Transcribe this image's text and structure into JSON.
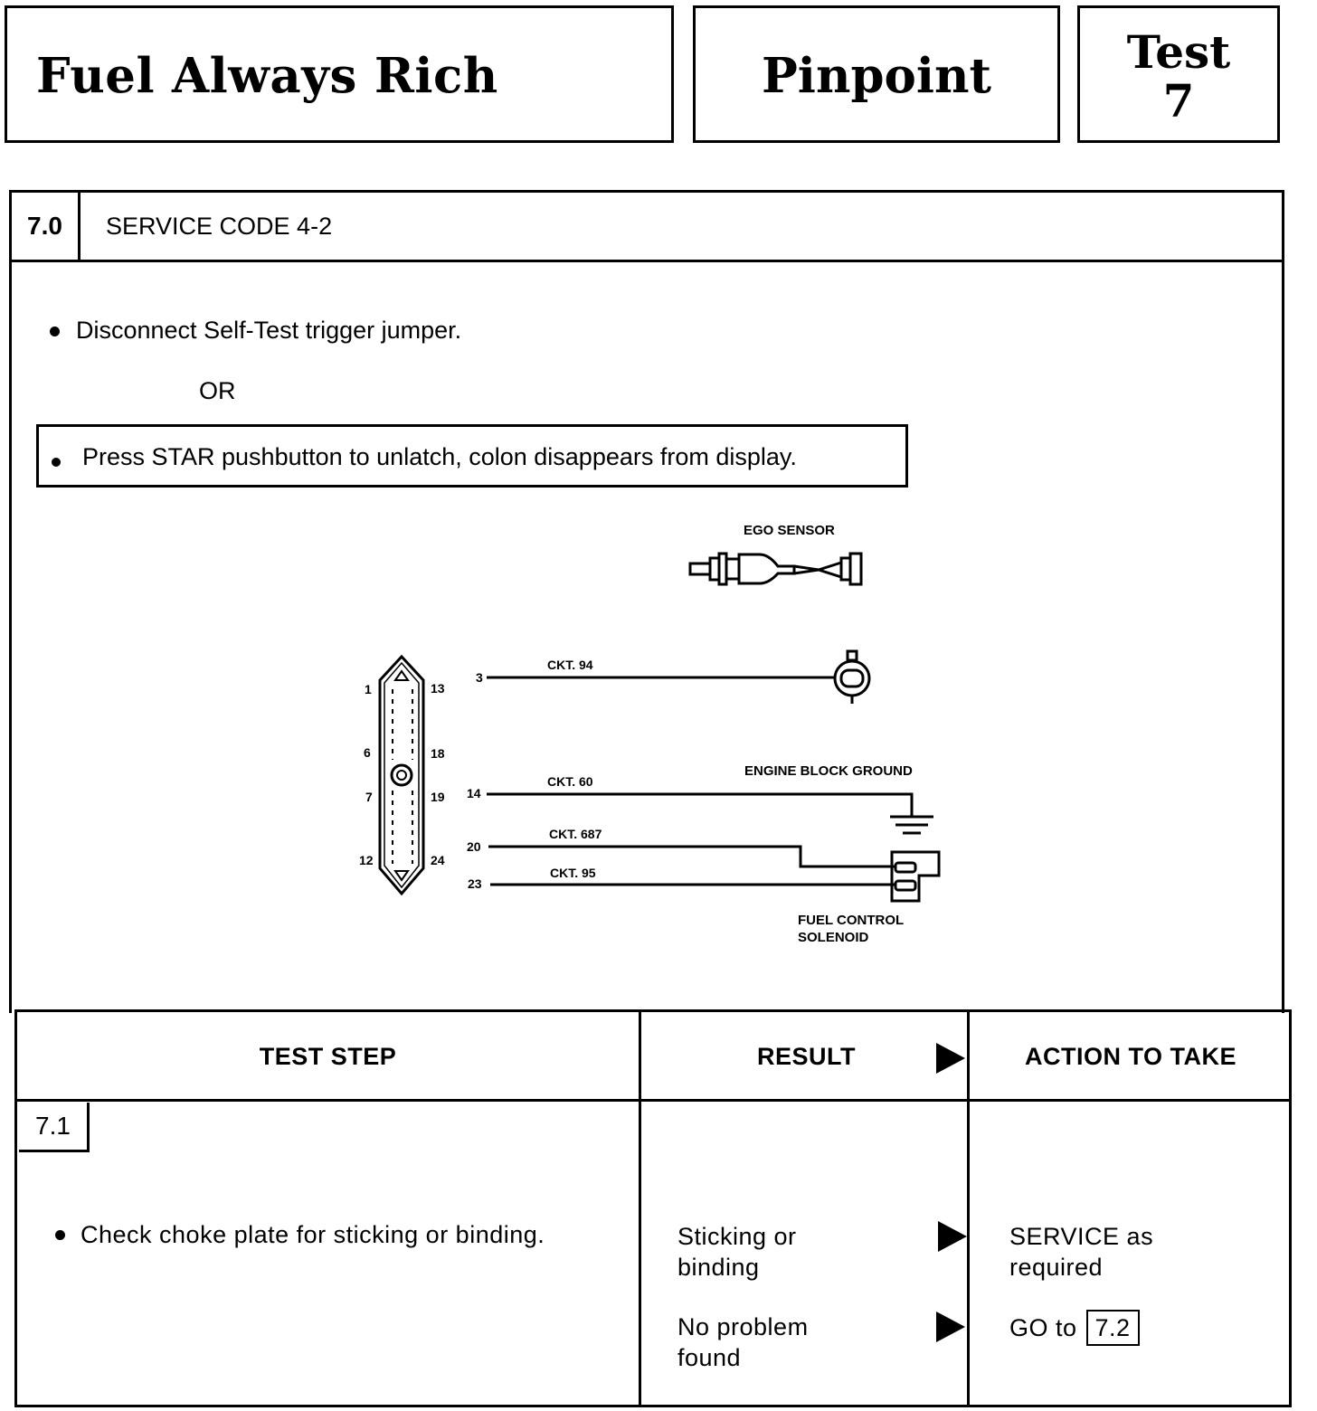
{
  "header": {
    "title": "Fuel Always Rich",
    "section": "Pinpoint",
    "test_label": "Test",
    "test_number": "7"
  },
  "section": {
    "number": "7.0",
    "title": "SERVICE CODE 4-2"
  },
  "instructions": {
    "step1": "Disconnect Self-Test trigger jumper.",
    "or": "OR",
    "step2": "Press STAR pushbutton to unlatch, colon disappears from display."
  },
  "diagram": {
    "ego_sensor": "EGO SENSOR",
    "engine_block_ground": "ENGINE BLOCK GROUND",
    "fuel_control_solenoid_line1": "FUEL CONTROL",
    "fuel_control_solenoid_line2": "SOLENOID",
    "circuits": [
      {
        "pin": "3",
        "label": "CKT. 94"
      },
      {
        "pin": "14",
        "label": "CKT. 60"
      },
      {
        "pin": "20",
        "label": "CKT. 687"
      },
      {
        "pin": "23",
        "label": "CKT. 95"
      }
    ],
    "connector_pins": {
      "p1": "1",
      "p13": "13",
      "p6": "6",
      "p18": "18",
      "p7": "7",
      "p19": "19",
      "p12": "12",
      "p24": "24"
    }
  },
  "table": {
    "headers": {
      "test_step": "TEST STEP",
      "result": "RESULT",
      "action": "ACTION TO TAKE"
    },
    "step_number": "7.1",
    "step_text": "Check choke plate for sticking or binding.",
    "rows": [
      {
        "result_line1": "Sticking or",
        "result_line2": "binding",
        "action_line1": "SERVICE as",
        "action_line2": "required"
      },
      {
        "result_line1": "No problem",
        "result_line2": "found",
        "action_prefix": "GO to",
        "action_ref": "7.2"
      }
    ]
  }
}
